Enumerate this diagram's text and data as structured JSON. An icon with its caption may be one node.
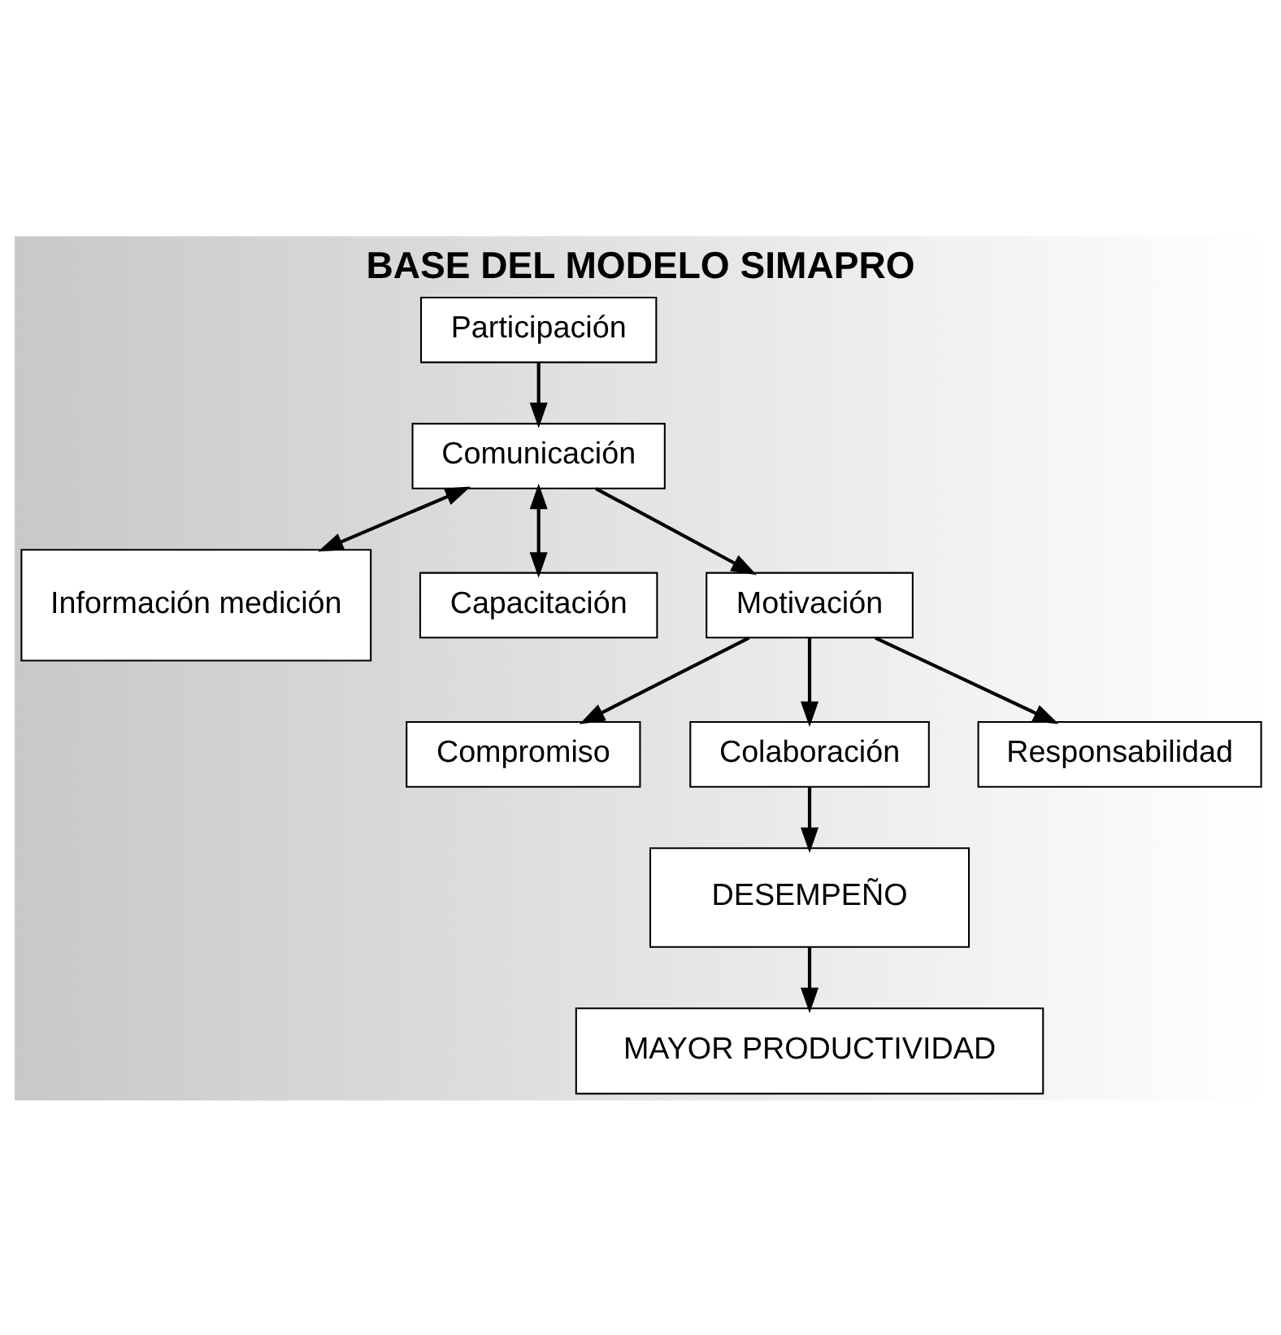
{
  "diagram": {
    "title": "BASE DEL MODELO SIMAPRO",
    "nodes": [
      {
        "text": [
          "Participación"
        ]
      },
      {
        "text": [
          "Información medición"
        ]
      },
      {
        "text": [
          "Comunicación"
        ]
      },
      {
        "text": [
          "Capacitación"
        ]
      },
      {
        "text": [
          "Motivación"
        ]
      },
      {
        "text": [
          "Compromiso"
        ]
      },
      {
        "text": [
          "Colaboración"
        ]
      },
      {
        "text": [
          "Responsabilidad"
        ]
      },
      {
        "text": [
          "DESEMPEÑO"
        ]
      },
      {
        "text": [
          "MAYOR PRODUCTIVIDAD"
        ]
      }
    ],
    "edges": [
      {
        "from": 0,
        "to": 2,
        "arrow": "to"
      },
      {
        "from": 2,
        "to": 1,
        "arrow": "both"
      },
      {
        "from": 2,
        "to": 3,
        "arrow": "both"
      },
      {
        "from": 2,
        "to": 4,
        "arrow": "to"
      },
      {
        "from": 4,
        "to": 5,
        "arrow": "to"
      },
      {
        "from": 4,
        "to": 6,
        "arrow": "to"
      },
      {
        "from": 4,
        "to": 7,
        "arrow": "to"
      },
      {
        "from": 6,
        "to": 8,
        "arrow": "to"
      },
      {
        "from": 8,
        "to": 9,
        "arrow": "to"
      }
    ]
  }
}
